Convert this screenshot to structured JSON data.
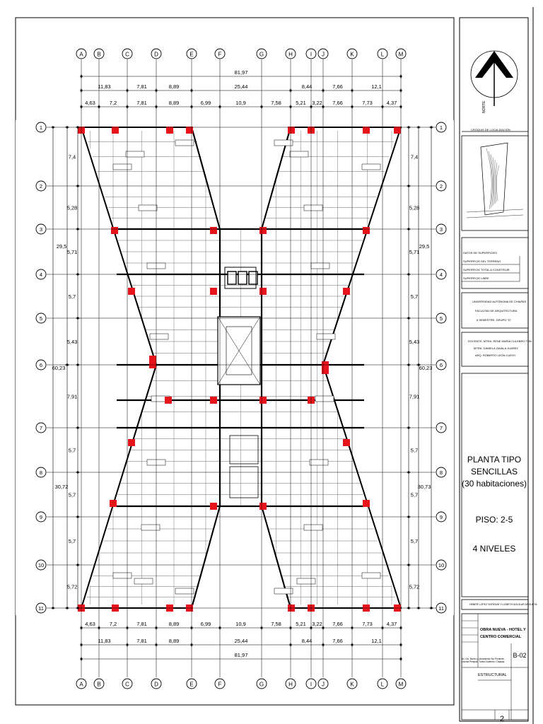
{
  "grid": {
    "columns": [
      "A",
      "B",
      "C",
      "D",
      "E",
      "F",
      "G",
      "H",
      "I",
      "J",
      "K",
      "L",
      "M"
    ],
    "rows": [
      "1",
      "2",
      "3",
      "4",
      "5",
      "6",
      "7",
      "8",
      "9",
      "10",
      "11"
    ]
  },
  "dimensions": {
    "top_total": "81,97",
    "top_mid": [
      "11,83",
      "7,81",
      "8,89",
      "25,44",
      "8,44",
      "7,66",
      "12,1"
    ],
    "top_inner": [
      "4,63",
      "7,2",
      "7,81",
      "8,89",
      "6,99",
      "10,9",
      "7,58",
      "5,21",
      "3,22",
      "7,66",
      "7,73",
      "4,37"
    ],
    "bottom_inner": [
      "4,63",
      "7,2",
      "7,81",
      "8,89",
      "6,99",
      "10,9",
      "7,58",
      "5,21",
      "3,22",
      "7,66",
      "7,73",
      "4,37"
    ],
    "bottom_mid": [
      "11,83",
      "7,81",
      "8,89",
      "25,44",
      "8,44",
      "7,66",
      "12,1"
    ],
    "bottom_total": "81,97",
    "left_spans": [
      "7,4",
      "5,28",
      "5,71",
      "5,7",
      "5,43",
      "7,91",
      "5,7",
      "5,7",
      "5,7",
      "5,72"
    ],
    "right_spans": [
      "7,4",
      "5,28",
      "5,71",
      "5,7",
      "5,43",
      "7,91",
      "5,7",
      "5,7",
      "5,7",
      "5,72"
    ],
    "left_group_top": "29,5",
    "left_group_bottom": "30,72",
    "left_total": "60,23",
    "right_group_top": "29,5",
    "right_group_bottom": "30,73",
    "right_total": "60,23"
  },
  "title_block": {
    "north_label": "NORTE",
    "croquis_label": "CROQUIS DE LOCALIZACIÓN",
    "superficies_header": "DATOS DE SUPERFICIES",
    "superficies": [
      "SUPERFICIE DEL TERRENO",
      "SUPERFICIE TOTAL A CONSTRUIR",
      "SUPERFICIE LIBRE"
    ],
    "university": [
      "UNIVERSIDAD AUTÓNOMA DE CHIAPAS",
      "FACULTAD DE ARQUITECTURA",
      "6 SEMESTRE, GRUPO \"D\""
    ],
    "teachers": [
      "DOCENTE: MTRA. RENE MARIA CULEBRO TUN",
      "MTRA. DANIELA ZAVALA JUAREZ",
      "ARQ. ROBERTO LEÓN CUESY"
    ],
    "plan_title_lines": [
      "PLANTA TIPO",
      "SENCILLAS",
      "(30 habitaciones)"
    ],
    "floor": "PISO: 2-5",
    "levels": "4 NIVELES",
    "authors": "HEBER LOPEZ SORDUM Y LIZBETH AGUILAR ARGUETA",
    "project_lines": [
      "OBRA NUEVA - HOTEL Y",
      "CENTRO COMERCIAL"
    ],
    "address": "Av. Cto. Barrio y Libramiento Sur Poniente, colonia Penipak, Tuxtla Gutiérrez, Chiapas",
    "discipline": "ESTRUCTURAL",
    "sheet_code": "B-02",
    "sheet_number": "2"
  },
  "colors": {
    "column_fill": "#e8141c",
    "line": "#000000",
    "background": "#ffffff"
  }
}
